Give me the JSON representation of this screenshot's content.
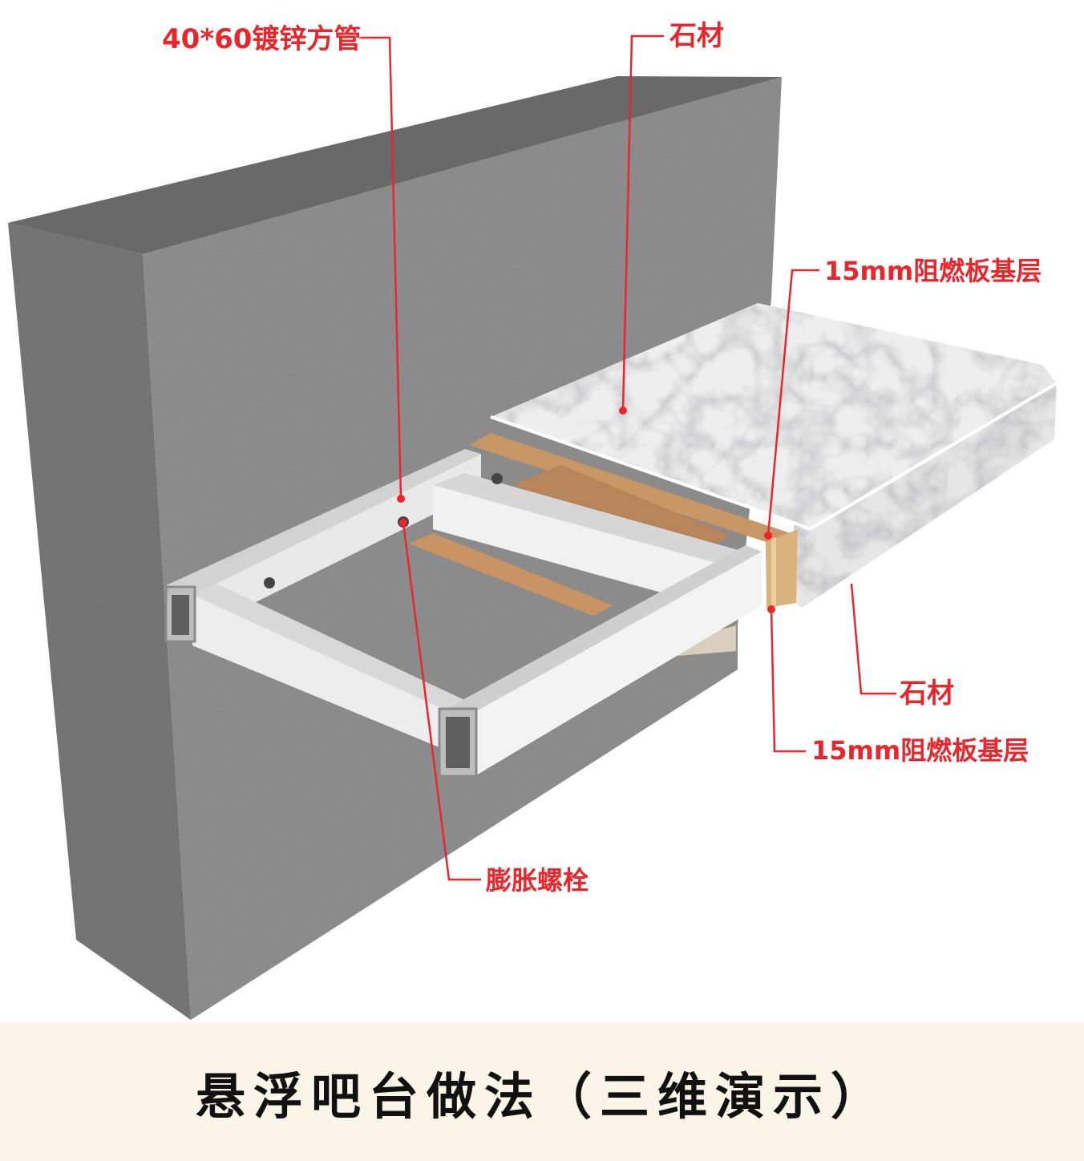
{
  "labels": {
    "galvanized_tube": "40*60镀锌方管",
    "stone_top": "石材",
    "board_top": "15mm阻燃板基层",
    "stone_front": "石材",
    "board_front": "15mm阻燃板基层",
    "bolt": "膨胀螺栓"
  },
  "caption": "悬浮吧台做法（三维演示）",
  "colors": {
    "callout": "#e8262b",
    "wall": "#8d8d8d",
    "caption_bg": "#fbf5e7",
    "wood": "#c89766",
    "steel": "#e4e4e4"
  }
}
